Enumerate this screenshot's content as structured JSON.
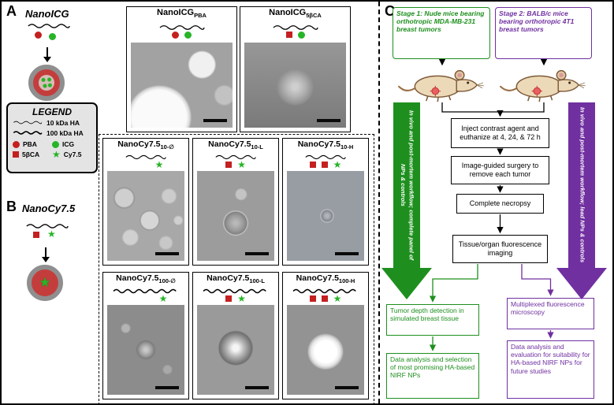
{
  "colors": {
    "green": "#1e8f1e",
    "purple": "#7030a0",
    "red": "#c42020",
    "bright_green": "#27b427"
  },
  "panelA": {
    "label": "A",
    "title": "NanoICG",
    "tem": [
      {
        "name": "NanoICG",
        "sub": "PBA",
        "markers": [
          "PBA",
          "ICG"
        ]
      },
      {
        "name": "NanoICG",
        "sub": "5βCA",
        "markers": [
          "5βCA",
          "ICG"
        ]
      }
    ]
  },
  "legend": {
    "title": "LEGEND",
    "polymers": [
      {
        "icon": "thin-squiggle",
        "label": "10 kDa HA"
      },
      {
        "icon": "thick-squiggle",
        "label": "100 kDa HA"
      }
    ],
    "symbols": [
      {
        "icon": "red-circle",
        "label": "PBA"
      },
      {
        "icon": "green-circle",
        "label": "ICG"
      },
      {
        "icon": "red-square",
        "label": "5βCA"
      },
      {
        "icon": "green-star",
        "label": "Cy7.5"
      }
    ]
  },
  "panelB": {
    "label": "B",
    "title": "NanoCy7.5",
    "tem": [
      {
        "name": "NanoCy7.5",
        "sub": "10-∅",
        "markers": [
          "Cy7.5"
        ]
      },
      {
        "name": "NanoCy7.5",
        "sub": "10-L",
        "markers": [
          "5βCA",
          "Cy7.5"
        ]
      },
      {
        "name": "NanoCy7.5",
        "sub": "10-H",
        "markers": [
          "5βCA",
          "5βCA",
          "Cy7.5"
        ]
      },
      {
        "name": "NanoCy7.5",
        "sub": "100-∅",
        "markers": [
          "Cy7.5"
        ]
      },
      {
        "name": "NanoCy7.5",
        "sub": "100-L",
        "markers": [
          "5βCA",
          "Cy7.5"
        ]
      },
      {
        "name": "NanoCy7.5",
        "sub": "100-H",
        "markers": [
          "5βCA",
          "5βCA",
          "Cy7.5"
        ]
      }
    ]
  },
  "panelC": {
    "label": "C",
    "stage1": "Stage 1: Nude mice bearing orthotropic MDA-MB-231 breast tumors",
    "stage2": "Stage 2: BALB/c mice bearing orthotropic 4T1 breast tumors",
    "flow": [
      "Inject contrast agent and euthanize at 4, 24, & 72 h",
      "Image-guided surgery to remove each tumor",
      "Complete necropsy",
      "Tissue/organ fluorescence imaging"
    ],
    "green_arrow": "In vivo and post-mortem workflow; complete panel of NPs & controls",
    "purple_arrow": "In vivo and post-mortem workflow; lead NPs & controls",
    "green_boxes": [
      "Tumor depth detection in simulated breast tissue",
      "Data analysis and selection of most promising HA-based NIRF NPs"
    ],
    "purple_boxes": [
      "Multiplexed fluorescence microscopy",
      "Data analysis and evaluation for suitability for HA-based NIRF NPs for future studies"
    ]
  }
}
